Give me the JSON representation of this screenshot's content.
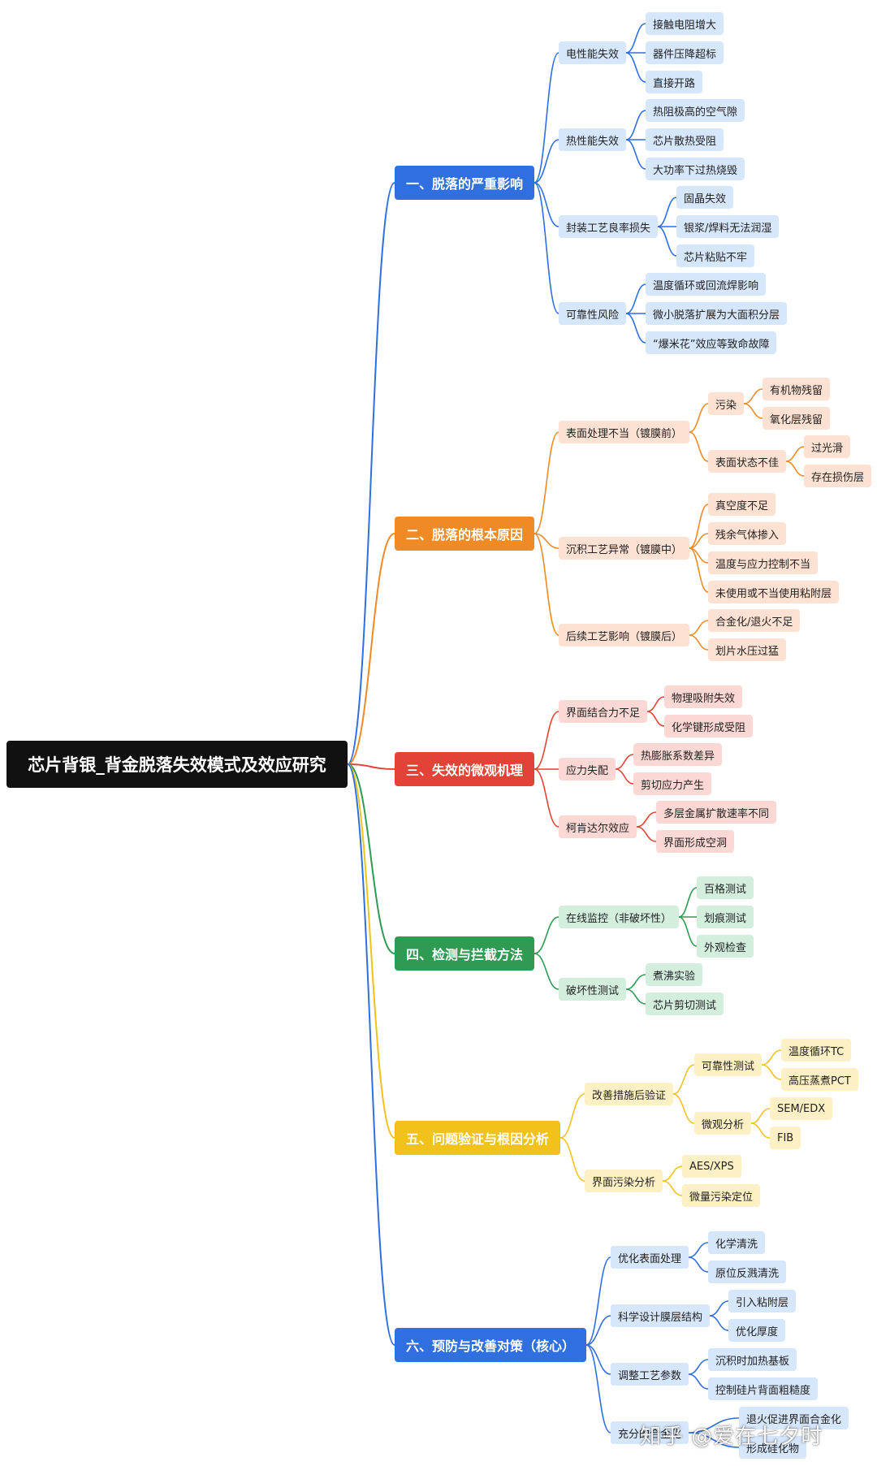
{
  "root": "芯片背银_背金脱落失效模式及效应研究",
  "branches": [
    {
      "id": "b0",
      "label": "一、脱落的严重影响",
      "color": "#2f6fe0",
      "tint": "#d6e6fb",
      "children": [
        {
          "label": "电性能失效",
          "children": [
            {
              "label": "接触电阻增大"
            },
            {
              "label": "器件压降超标"
            },
            {
              "label": "直接开路"
            }
          ]
        },
        {
          "label": "热性能失效",
          "children": [
            {
              "label": "热阻极高的空气隙"
            },
            {
              "label": "芯片散热受阻"
            },
            {
              "label": "大功率下过热烧毁"
            }
          ]
        },
        {
          "label": "封装工艺良率损失",
          "children": [
            {
              "label": "固晶失效"
            },
            {
              "label": "银浆/焊料无法润湿"
            },
            {
              "label": "芯片粘贴不牢"
            }
          ]
        },
        {
          "label": "可靠性风险",
          "children": [
            {
              "label": "温度循环或回流焊影响"
            },
            {
              "label": "微小脱落扩展为大面积分层"
            },
            {
              "label": "“爆米花”效应等致命故障"
            }
          ]
        }
      ]
    },
    {
      "id": "b1",
      "label": "二、脱落的根本原因",
      "color": "#f08a24",
      "tint": "#fde1d2",
      "children": [
        {
          "label": "表面处理不当（镀膜前）",
          "children": [
            {
              "label": "污染",
              "children": [
                {
                  "label": "有机物残留"
                },
                {
                  "label": "氧化层残留"
                }
              ]
            },
            {
              "label": "表面状态不佳",
              "children": [
                {
                  "label": "过光滑"
                },
                {
                  "label": "存在损伤层"
                }
              ]
            }
          ]
        },
        {
          "label": "沉积工艺异常（镀膜中）",
          "children": [
            {
              "label": "真空度不足"
            },
            {
              "label": "残余气体掺入"
            },
            {
              "label": "温度与应力控制不当"
            },
            {
              "label": "未使用或不当使用粘附层"
            }
          ]
        },
        {
          "label": "后续工艺影响（镀膜后）",
          "children": [
            {
              "label": "合金化/退火不足"
            },
            {
              "label": "划片水压过猛"
            }
          ]
        }
      ]
    },
    {
      "id": "b2",
      "label": "三、失效的微观机理",
      "color": "#e24336",
      "tint": "#fbd8d4",
      "children": [
        {
          "label": "界面结合力不足",
          "children": [
            {
              "label": "物理吸附失效"
            },
            {
              "label": "化学键形成受阻"
            }
          ]
        },
        {
          "label": "应力失配",
          "children": [
            {
              "label": "热膨胀系数差异"
            },
            {
              "label": "剪切应力产生"
            }
          ]
        },
        {
          "label": "柯肯达尔效应",
          "children": [
            {
              "label": "多层金属扩散速率不同"
            },
            {
              "label": "界面形成空洞"
            }
          ]
        }
      ]
    },
    {
      "id": "b3",
      "label": "四、检测与拦截方法",
      "color": "#2f9a52",
      "tint": "#d3eedd",
      "children": [
        {
          "label": "在线监控（非破坏性）",
          "children": [
            {
              "label": "百格测试"
            },
            {
              "label": "划痕测试"
            },
            {
              "label": "外观检查"
            }
          ]
        },
        {
          "label": "破坏性测试",
          "children": [
            {
              "label": "煮沸实验"
            },
            {
              "label": "芯片剪切测试"
            }
          ]
        }
      ]
    },
    {
      "id": "b4",
      "label": "五、问题验证与根因分析",
      "color": "#f2c21c",
      "tint": "#fdf0c4",
      "children": [
        {
          "label": "改善措施后验证",
          "children": [
            {
              "label": "可靠性测试",
              "children": [
                {
                  "label": "温度循环TC"
                },
                {
                  "label": "高压蒸煮PCT"
                }
              ]
            },
            {
              "label": "微观分析",
              "children": [
                {
                  "label": "SEM/EDX"
                },
                {
                  "label": "FIB"
                }
              ]
            }
          ]
        },
        {
          "label": "界面污染分析",
          "children": [
            {
              "label": "AES/XPS"
            },
            {
              "label": "微量污染定位"
            }
          ]
        }
      ]
    },
    {
      "id": "b5",
      "label": "六、预防与改善对策（核心）",
      "color": "#2f6fe0",
      "tint": "#d6e6fb",
      "children": [
        {
          "label": "优化表面处理",
          "children": [
            {
              "label": "化学清洗"
            },
            {
              "label": "原位反溅清洗"
            }
          ]
        },
        {
          "label": "科学设计膜层结构",
          "children": [
            {
              "label": "引入粘附层"
            },
            {
              "label": "优化厚度"
            }
          ]
        },
        {
          "label": "调整工艺参数",
          "children": [
            {
              "label": "沉积时加热基板"
            },
            {
              "label": "控制硅片背面粗糙度"
            }
          ]
        },
        {
          "label": "充分的合金化",
          "children": [
            {
              "label": "退火促进界面合金化"
            },
            {
              "label": "形成硅化物"
            }
          ]
        }
      ]
    }
  ],
  "watermark": "知乎 @爱在七夕时"
}
